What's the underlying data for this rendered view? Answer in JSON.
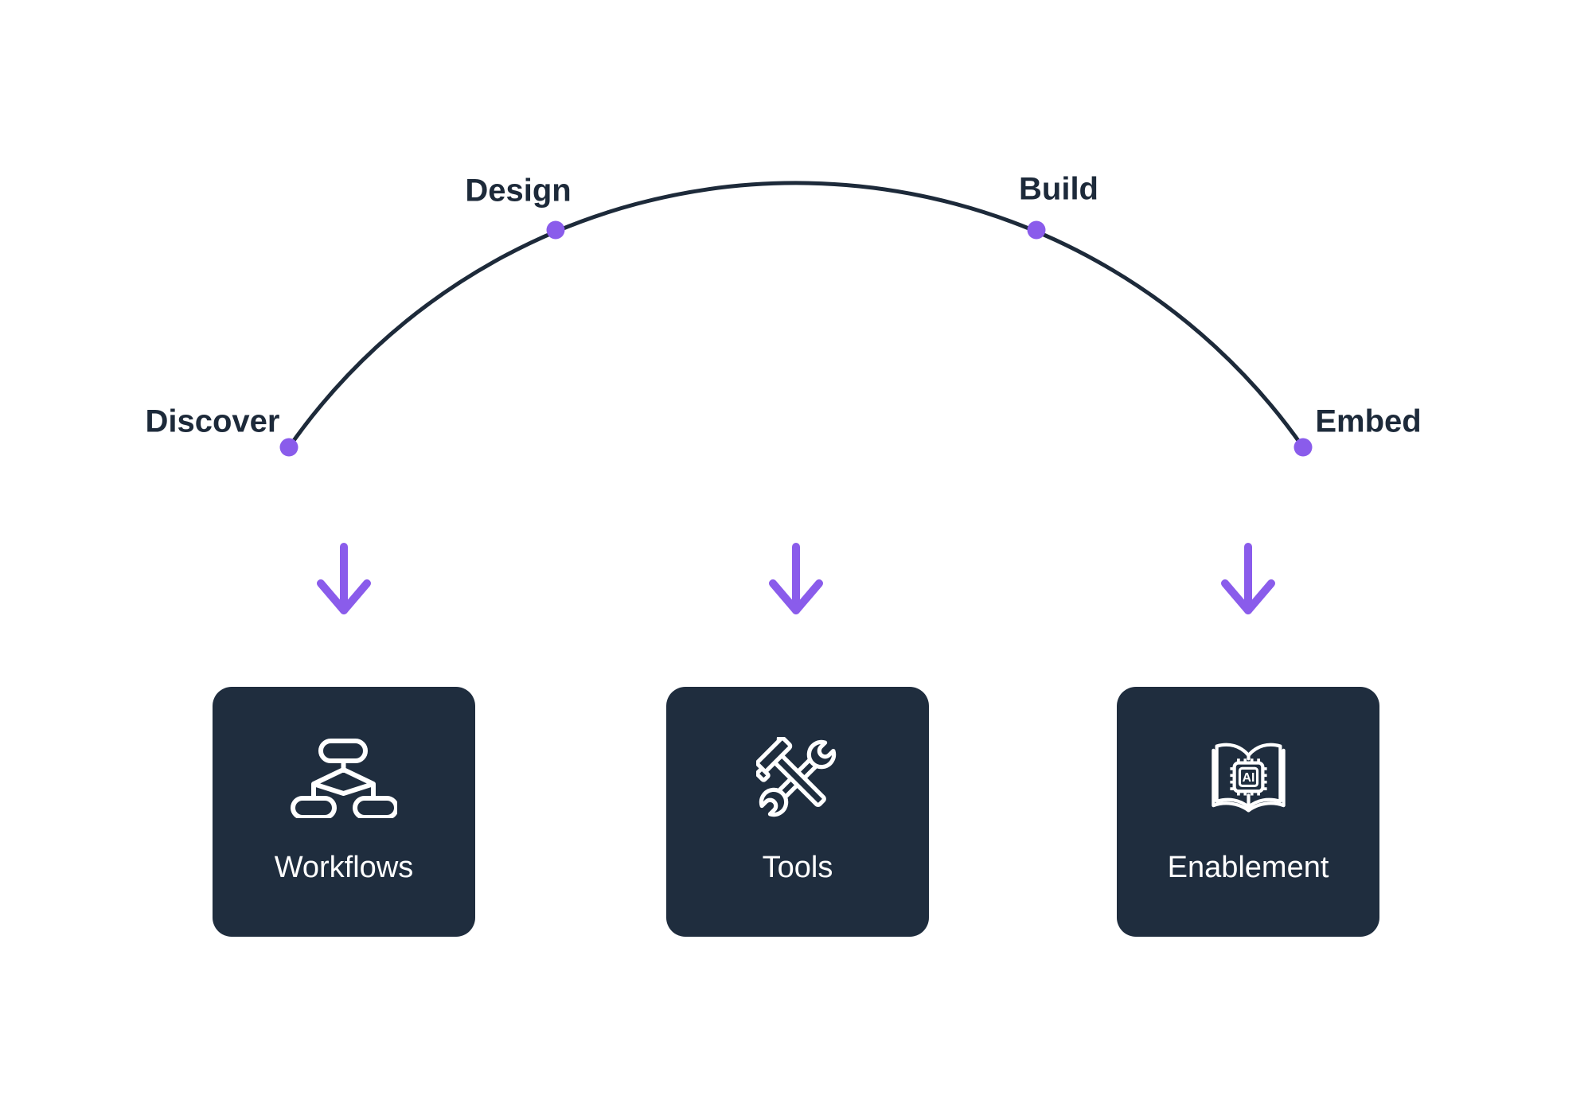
{
  "colors": {
    "background": "#ffffff",
    "navy": "#1d2a3a",
    "card_background": "#1f2d3e",
    "accent_purple": "#8a5ceb",
    "icon_stroke": "#ffffff"
  },
  "journey": {
    "stages": [
      {
        "label": "Discover"
      },
      {
        "label": "Design"
      },
      {
        "label": "Build"
      },
      {
        "label": "Embed"
      }
    ]
  },
  "cards": [
    {
      "label": "Workflows",
      "icon": "flowchart-icon"
    },
    {
      "label": "Tools",
      "icon": "hammer-wrench-icon"
    },
    {
      "label": "Enablement",
      "icon": "book-ai-icon",
      "icon_text": "AI"
    }
  ]
}
